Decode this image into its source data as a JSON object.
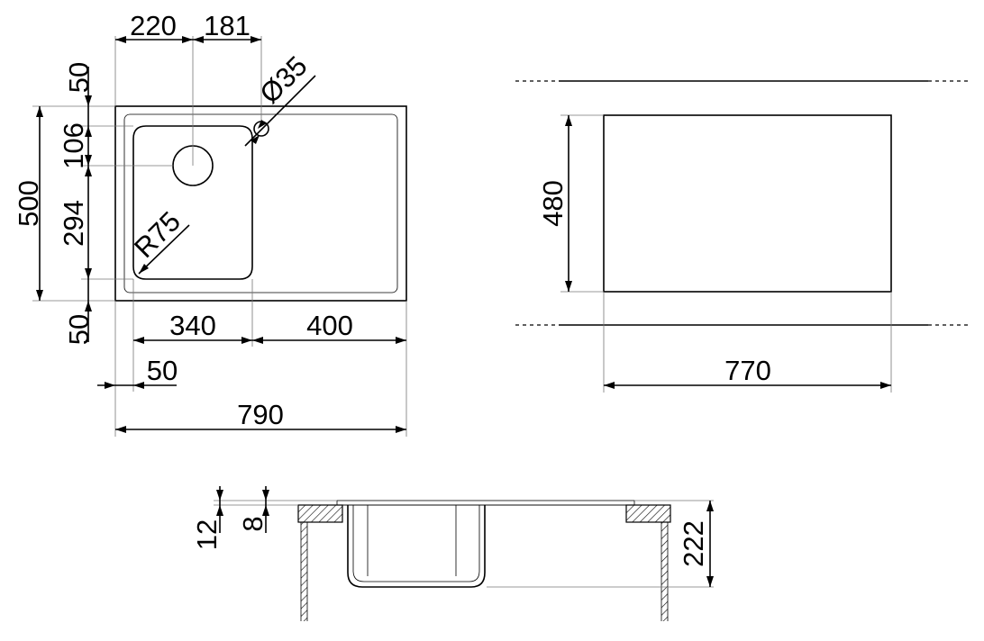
{
  "top_view": {
    "dims": {
      "d_220": "220",
      "d_181": "181",
      "d_35": "Ø35",
      "d_50_top": "50",
      "d_106": "106",
      "d_500": "500",
      "d_294": "294",
      "d_r75": "R75",
      "d_50_bottom": "50",
      "d_340": "340",
      "d_400": "400",
      "d_50_left": "50",
      "d_790": "790"
    }
  },
  "cutout_view": {
    "dims": {
      "d_480": "480",
      "d_770": "770"
    }
  },
  "section_view": {
    "dims": {
      "d_12": "12",
      "d_8": "8",
      "d_222": "222"
    }
  }
}
